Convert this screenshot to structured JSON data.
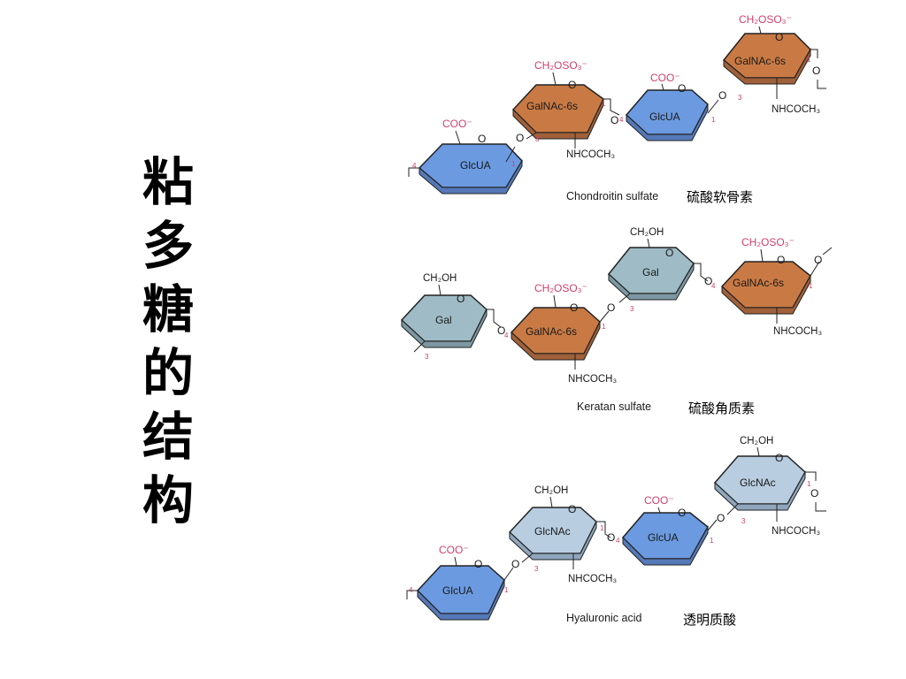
{
  "title_chars": [
    "粘",
    "多",
    "糖",
    "的",
    "结",
    "构"
  ],
  "colors": {
    "glcua": "#6b9ae0",
    "galnac": "#c97a44",
    "gal": "#9fbcc6",
    "glcnac": "#b8cde0",
    "pink": "#d0406a"
  },
  "labels": {
    "coo": "COO⁻",
    "ch2oso3": "CH₂OSO₃⁻",
    "ch2oh": "CH₂OH",
    "nhcoch3": "NHCOCH₃",
    "o": "O",
    "glcua": "GlcUA",
    "galnac6s": "GalNAc-6s",
    "gal": "Gal",
    "glcnac": "GlcNAc",
    "pos1": "1",
    "pos3": "3",
    "pos4": "4"
  },
  "panels": [
    {
      "name_en": "Chondroitin sulfate",
      "name_zh": "硫酸软骨素"
    },
    {
      "name_en": "Keratan sulfate",
      "name_zh": "硫酸角质素"
    },
    {
      "name_en": "Hyaluronic acid",
      "name_zh": "透明质酸"
    }
  ]
}
